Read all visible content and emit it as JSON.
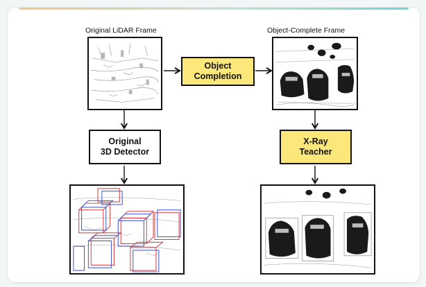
{
  "labels": {
    "original_frame": "Original LiDAR Frame",
    "complete_frame": "Object-Complete Frame"
  },
  "boxes": {
    "object_completion": "Object\nCompletion",
    "original_detector": "Original\n3D Detector",
    "xray_teacher": "X-Ray\nTeacher"
  },
  "colors": {
    "highlight": "#fbe77a",
    "border": "#111111",
    "bbox_red": "#d03a3a",
    "bbox_blue": "#3a4fd0"
  }
}
